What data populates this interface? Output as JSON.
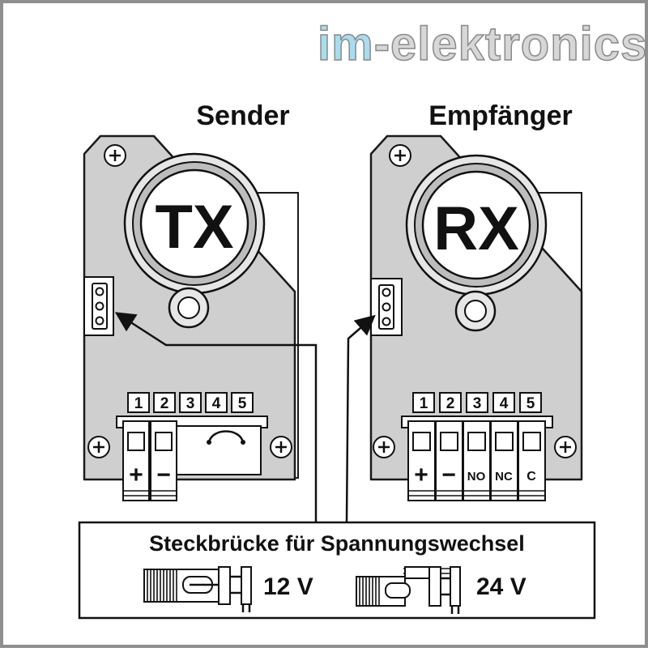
{
  "brand": {
    "prefix": "im",
    "suffix": "-elektronics"
  },
  "sender": {
    "title": "Sender",
    "label": "TX",
    "terminals": [
      "1",
      "2",
      "3",
      "4",
      "5"
    ],
    "contacts": [
      "+",
      "−"
    ]
  },
  "receiver": {
    "title": "Empfänger",
    "label": "RX",
    "terminals": [
      "1",
      "2",
      "3",
      "4",
      "5"
    ],
    "contacts": [
      "+",
      "−",
      "NO",
      "NC",
      "C"
    ]
  },
  "legend": {
    "caption": "Steckbrücke für Spannungswechsel",
    "option_12v": "12 V",
    "option_24v": "24 V"
  },
  "colors": {
    "im_blue": "#a9dcee",
    "logo_gray": "#d7d7d7",
    "board_gray": "#cfcfcf"
  }
}
